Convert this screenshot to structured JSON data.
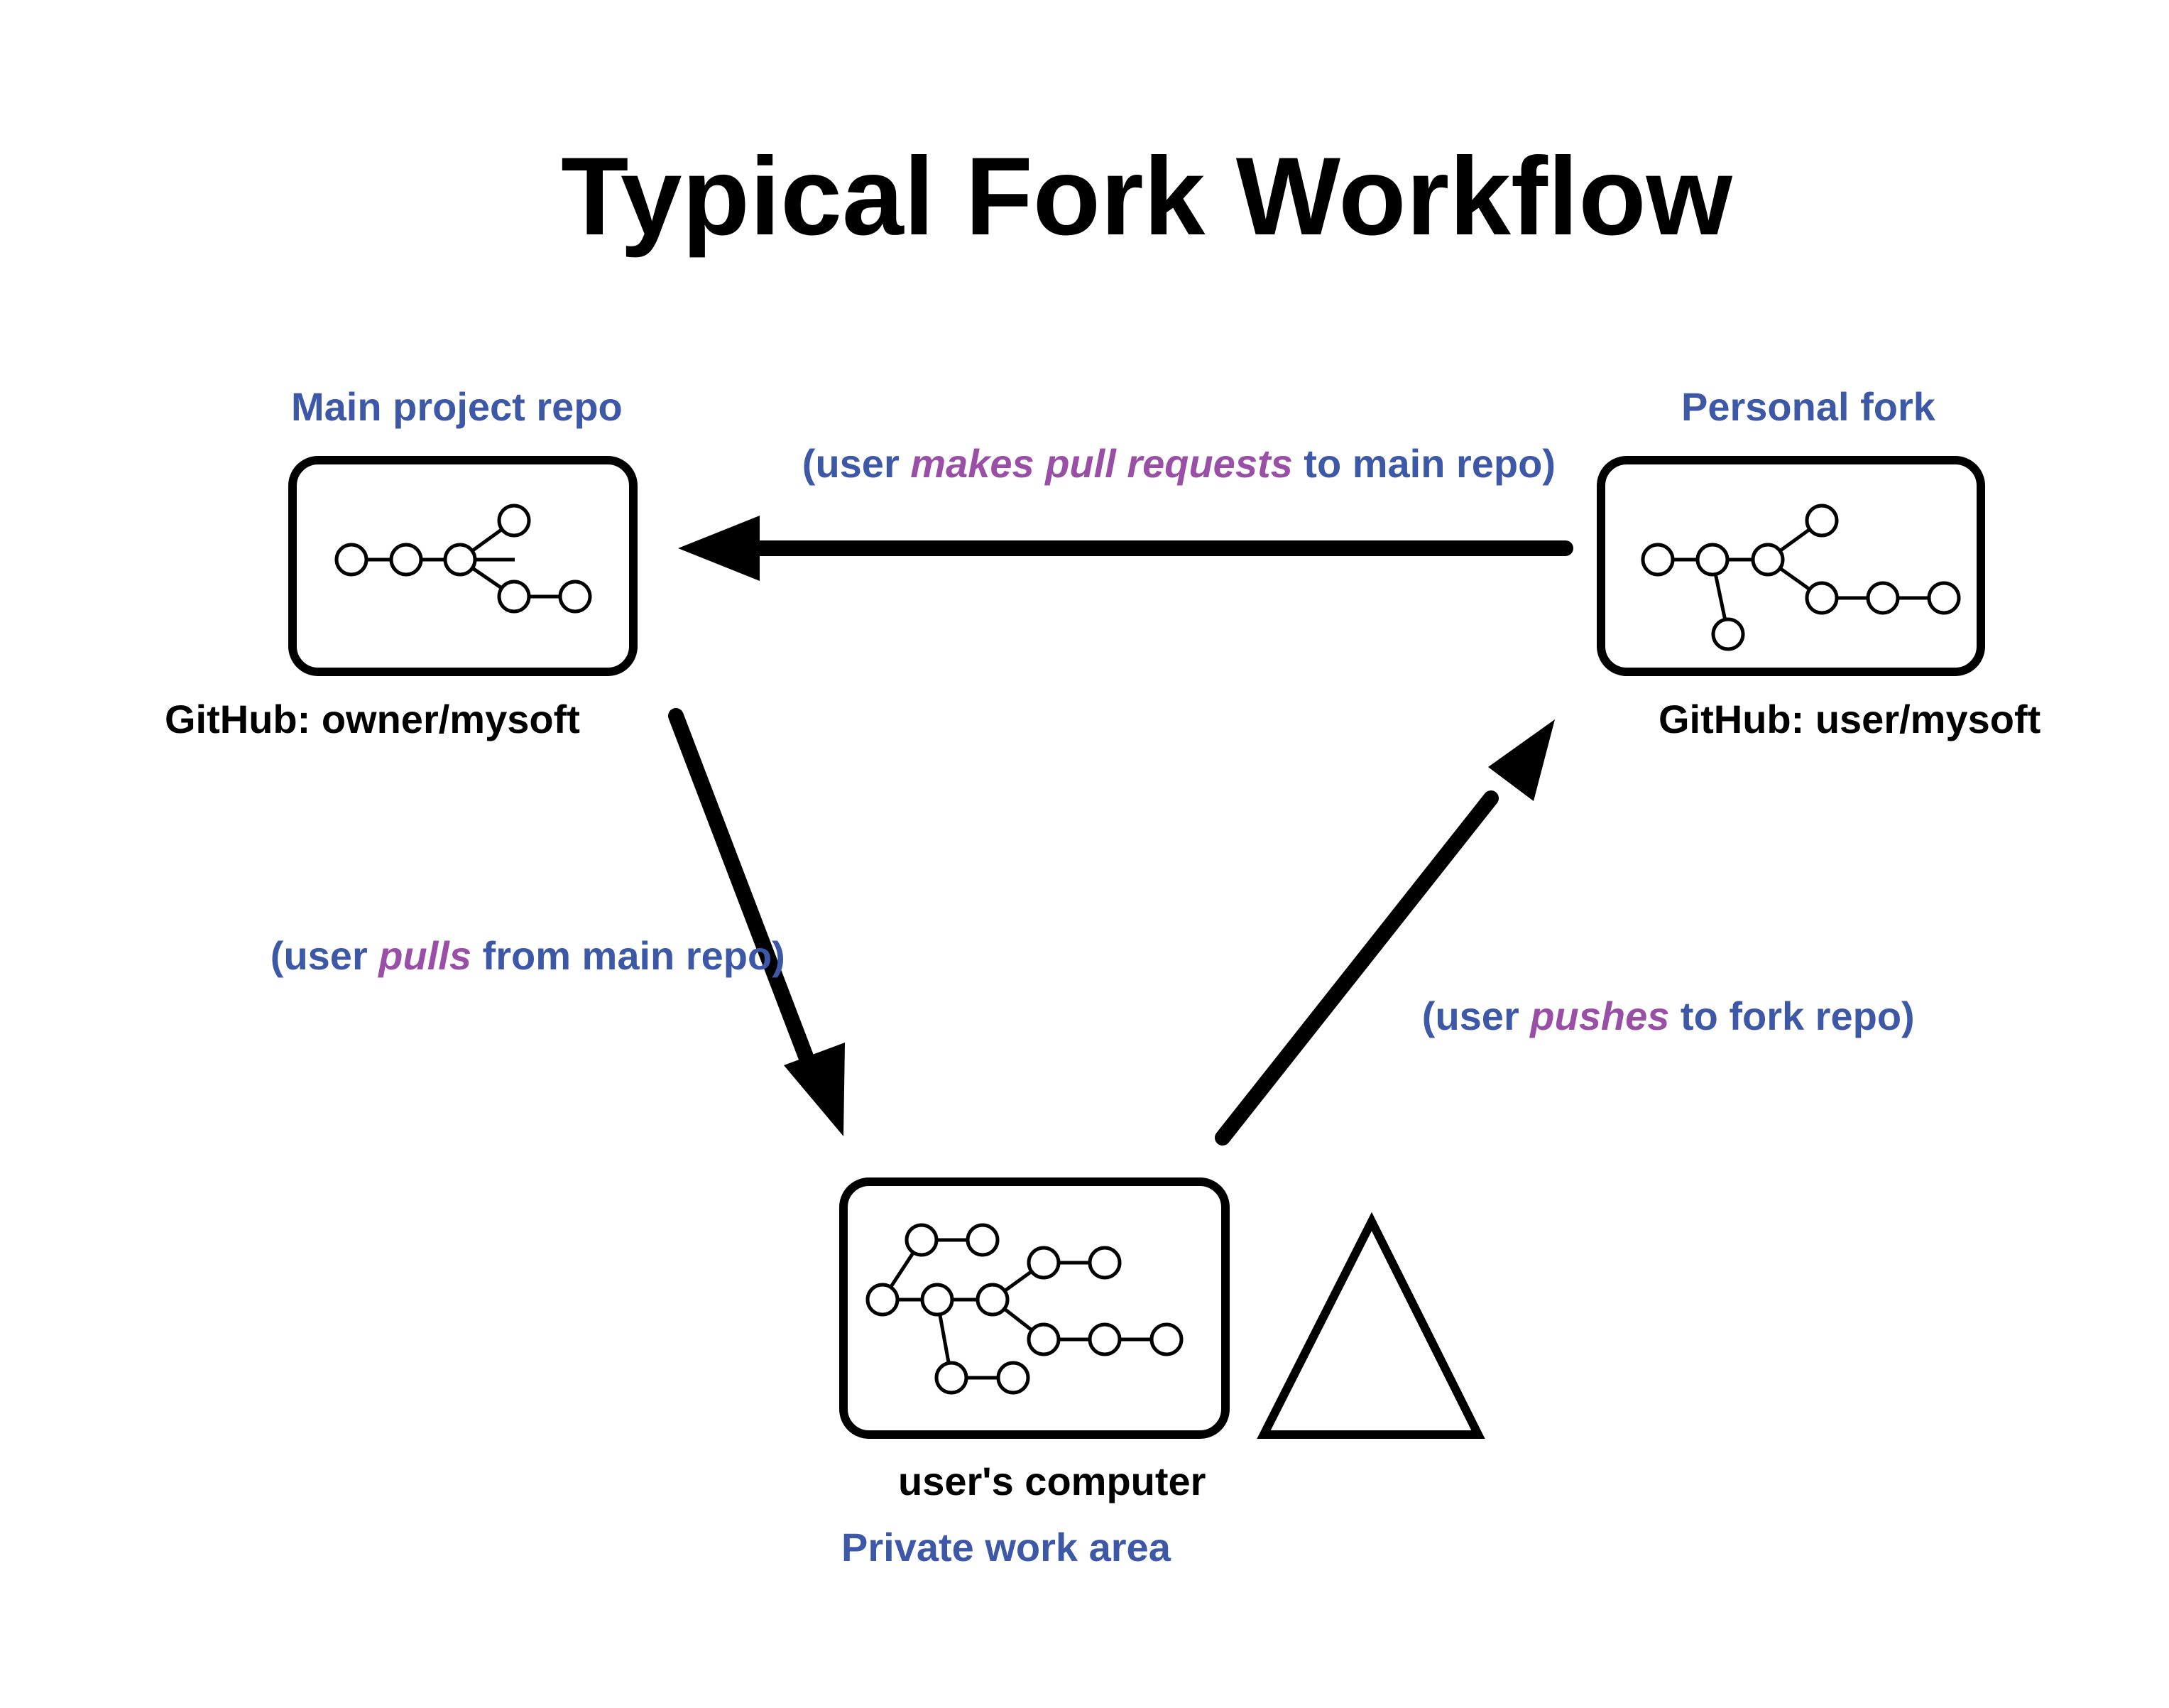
{
  "title": "Typical Fork Workflow",
  "main_repo": {
    "heading": "Main project repo",
    "caption": "GitHub: owner/mysoft"
  },
  "personal_fork": {
    "heading": "Personal fork",
    "caption": "GitHub: user/mysoft"
  },
  "user_computer": {
    "caption": "user's computer",
    "heading": "Private work area"
  },
  "arrows": {
    "pull_request": {
      "pre": "(user ",
      "em": "makes pull requests",
      "post": " to main repo)"
    },
    "pull": {
      "pre": "(user ",
      "em": "pulls",
      "post": " from main repo)"
    },
    "push": {
      "pre": "(user ",
      "em": "pushes",
      "post": " to fork repo)"
    }
  },
  "colors": {
    "label_blue": "#3d58a6",
    "action_purple": "#9a4fa6"
  }
}
